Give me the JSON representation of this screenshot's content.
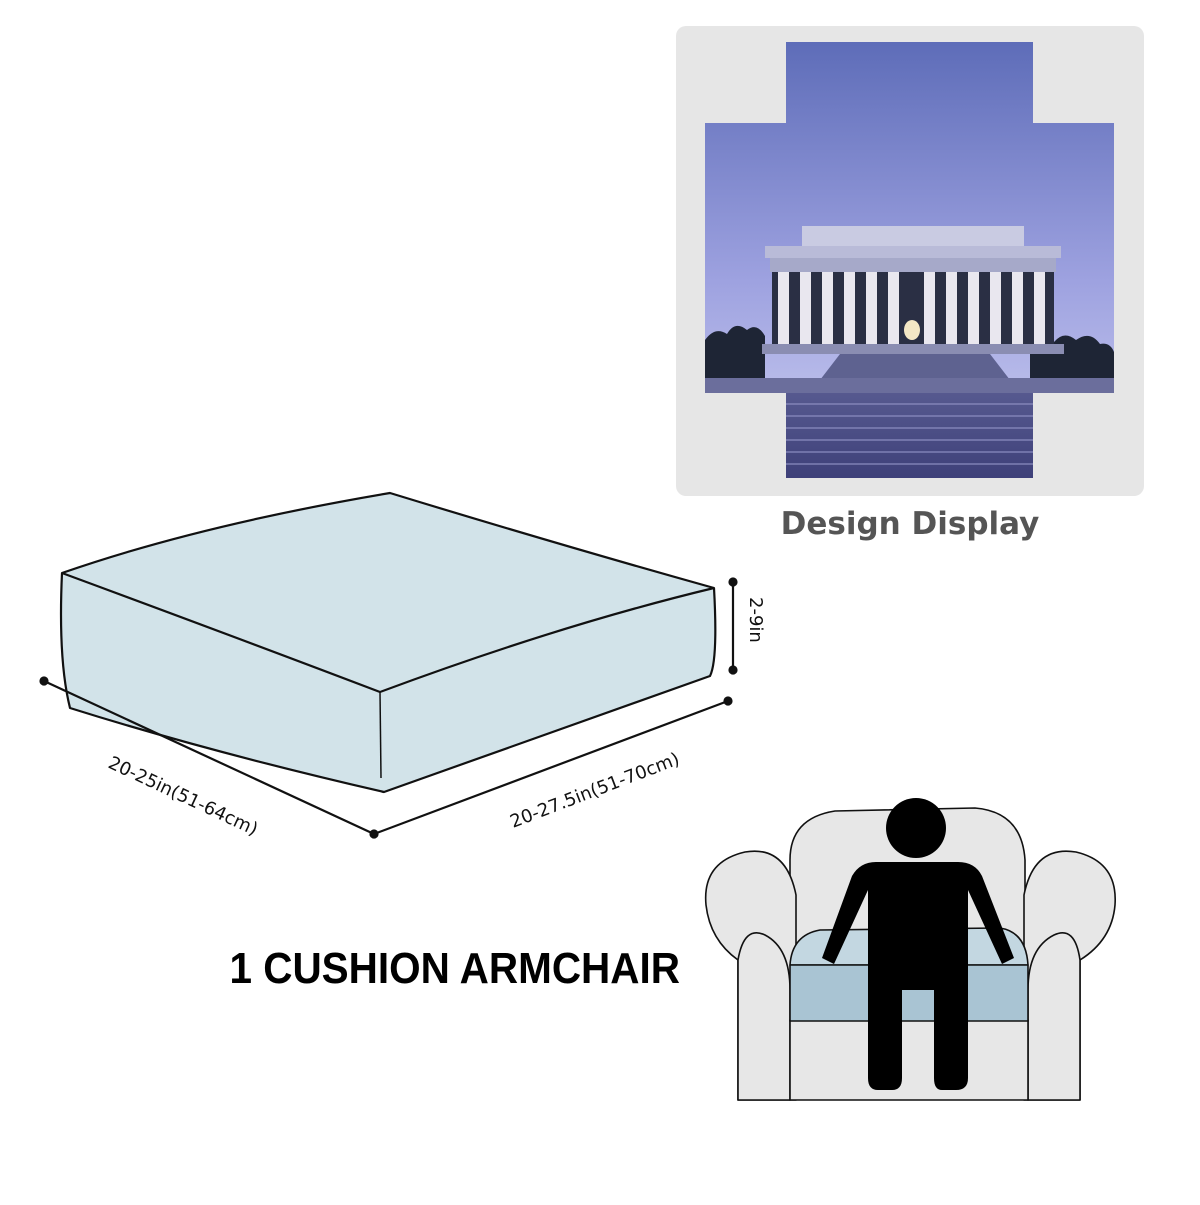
{
  "design_display_label": "Design Display",
  "product_title": "1 CUSHION ARMCHAIR",
  "dimensions": {
    "height": "2-9in",
    "depth": "20-25in(51-64cm)",
    "width": "20-27.5in(51-70cm)"
  },
  "colors": {
    "cushion_fill": "#d2e3e9",
    "seat_fill": "#a9c4d3",
    "chair_fill": "#e7e7e7",
    "panel_bg": "#e6e6e6",
    "sky_top": "#5f6fba",
    "sky_bottom": "#c7c9ef",
    "caption_text": "#555555"
  }
}
